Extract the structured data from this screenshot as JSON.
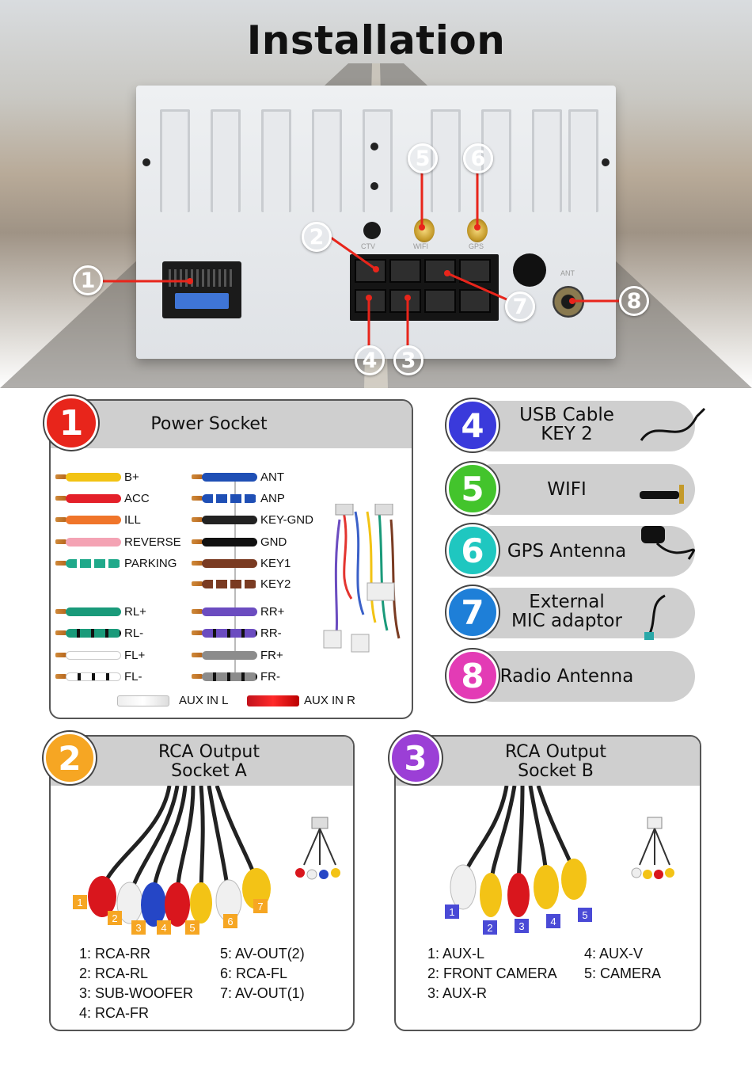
{
  "title": "Installation",
  "unit_labels": {
    "ctv": "CTV",
    "wifi": "WIFI",
    "gps": "GPS",
    "ant": "ANT"
  },
  "callouts": [
    {
      "num": "1",
      "color": "#e8251b"
    },
    {
      "num": "2",
      "color": "#f6a623"
    },
    {
      "num": "3",
      "color": "#9b3fd6"
    },
    {
      "num": "4",
      "color": "#3a3adb"
    },
    {
      "num": "5",
      "color": "#43c42c"
    },
    {
      "num": "6",
      "color": "#1fc7c0"
    },
    {
      "num": "7",
      "color": "#1e7fd8"
    },
    {
      "num": "8",
      "color": "#e33bb5"
    }
  ],
  "power_socket": {
    "num": "1",
    "title": "Power Socket",
    "left_wires": [
      {
        "label": "B+",
        "color": "#f2c314",
        "stripe": ""
      },
      {
        "label": "ACC",
        "color": "#e4202a",
        "stripe": ""
      },
      {
        "label": "ILL",
        "color": "#f0752a",
        "stripe": ""
      },
      {
        "label": "REVERSE",
        "color": "#f4a3b4",
        "stripe": ""
      },
      {
        "label": "PARKING",
        "color": "#1fa98a",
        "stripe": "#ffffff"
      },
      {
        "label": "RL+",
        "color": "#1a9a7a",
        "stripe": ""
      },
      {
        "label": "RL-",
        "color": "#1a9a7a",
        "stripe": "#111111"
      },
      {
        "label": "FL+",
        "color": "#ffffff",
        "stripe": ""
      },
      {
        "label": "FL-",
        "color": "#ffffff",
        "stripe": "#111111"
      }
    ],
    "right_wires": [
      {
        "label": "ANT",
        "color": "#1f4fb5",
        "stripe": ""
      },
      {
        "label": "ANP",
        "color": "#1f4fb5",
        "stripe": "#ffffff"
      },
      {
        "label": "KEY-GND",
        "color": "#222222",
        "stripe": ""
      },
      {
        "label": "GND",
        "color": "#111111",
        "stripe": ""
      },
      {
        "label": "KEY1",
        "color": "#7a3b22",
        "stripe": ""
      },
      {
        "label": "KEY2",
        "color": "#7a3b22",
        "stripe": "#ffffff"
      },
      {
        "label": "RR+",
        "color": "#6b4cc0",
        "stripe": ""
      },
      {
        "label": "RR-",
        "color": "#6b4cc0",
        "stripe": "#111111"
      },
      {
        "label": "FR+",
        "color": "#8c8c8c",
        "stripe": ""
      },
      {
        "label": "FR-",
        "color": "#8c8c8c",
        "stripe": "#111111"
      }
    ],
    "aux_left": "AUX IN L",
    "aux_right": "AUX IN R"
  },
  "side_items": [
    {
      "num": "4",
      "label_line1": "USB Cable",
      "label_line2": "KEY 2",
      "color": "#3a3adb"
    },
    {
      "num": "5",
      "label_line1": "WIFI",
      "label_line2": "",
      "color": "#43c42c"
    },
    {
      "num": "6",
      "label_line1": "GPS Antenna",
      "label_line2": "",
      "color": "#1fc7c0"
    },
    {
      "num": "7",
      "label_line1": "External",
      "label_line2": "MIC adaptor",
      "color": "#1e7fd8"
    },
    {
      "num": "8",
      "label_line1": "Radio Antenna",
      "label_line2": "",
      "color": "#e33bb5"
    }
  ],
  "rca_a": {
    "num": "2",
    "title_line1": "RCA Output",
    "title_line2": "Socket A",
    "tags": [
      "1",
      "2",
      "3",
      "4",
      "5",
      "6",
      "7"
    ],
    "legend_left": [
      "1: RCA-RR",
      "2: RCA-RL",
      "3: SUB-WOOFER",
      "4: RCA-FR"
    ],
    "legend_right": [
      "5: AV-OUT(2)",
      "6: RCA-FL",
      "7: AV-OUT(1)"
    ]
  },
  "rca_b": {
    "num": "3",
    "title_line1": "RCA Output",
    "title_line2": "Socket B",
    "tags": [
      "1",
      "2",
      "3",
      "4",
      "5"
    ],
    "legend_left": [
      "1: AUX-L",
      "2: FRONT CAMERA",
      "3: AUX-R"
    ],
    "legend_right": [
      "4: AUX-V",
      "5: CAMERA"
    ]
  }
}
